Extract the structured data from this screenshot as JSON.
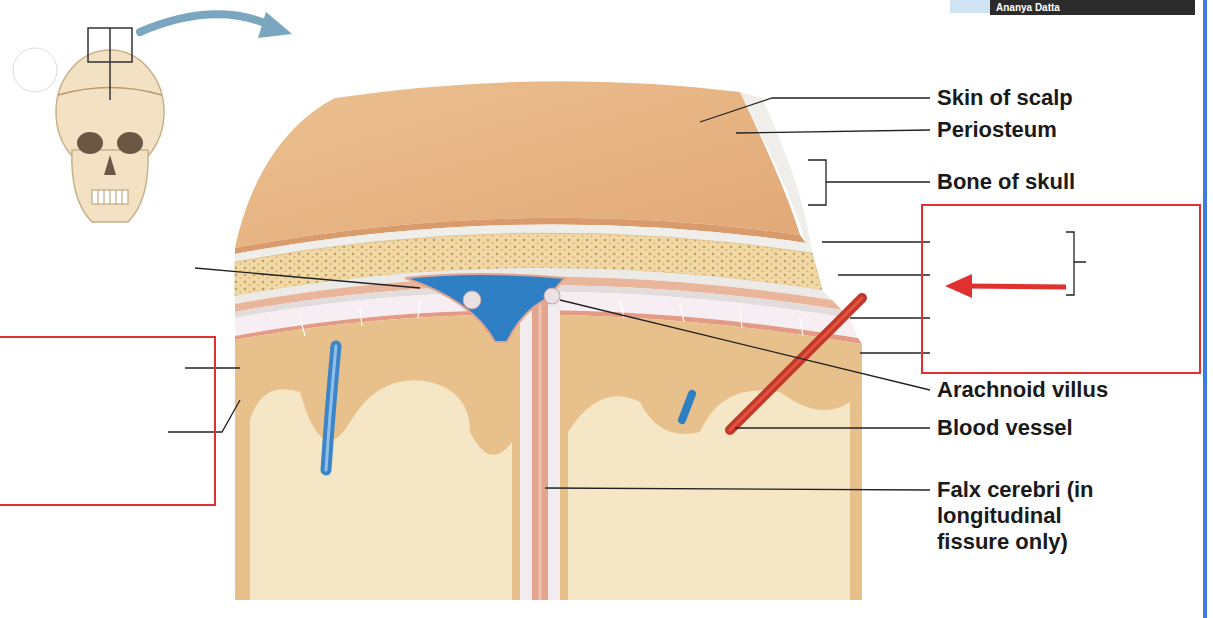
{
  "diagram": {
    "labels": [
      "Ananya Datta",
      "Skin of scalp",
      "Periosteum",
      "Bone of skull",
      "Arachnoid villus",
      "Blood vessel",
      "Falx cerebri (in longitudinal fissure only)"
    ]
  }
}
